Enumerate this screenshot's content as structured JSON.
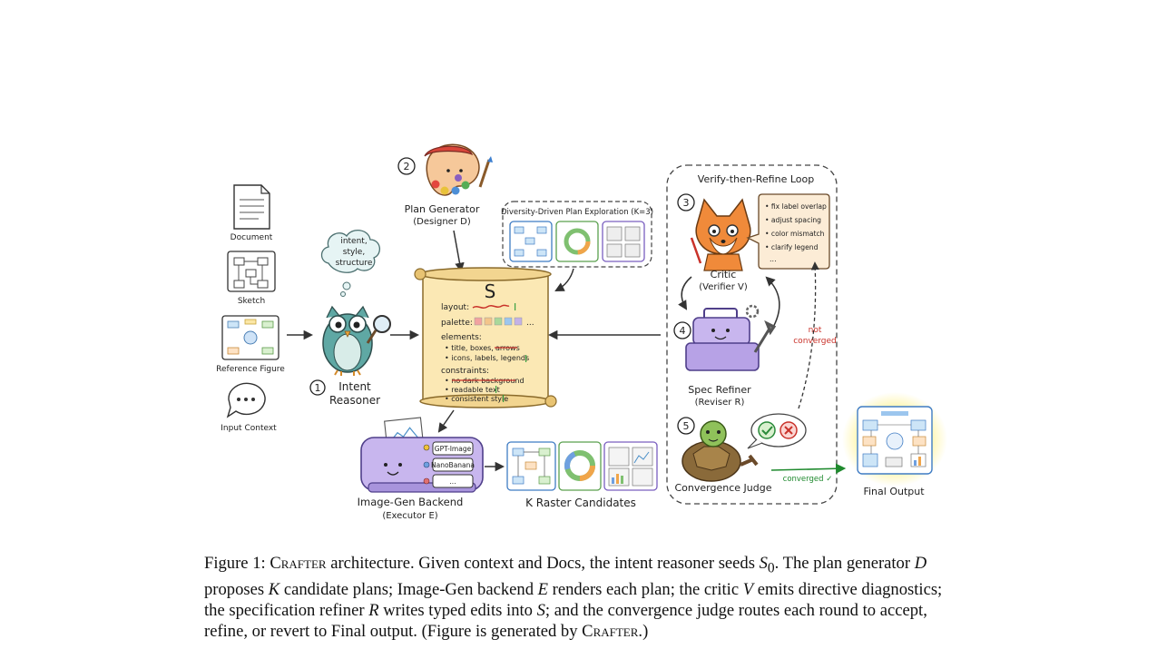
{
  "inputs": {
    "document": "Document",
    "sketch": "Sketch",
    "reference_figure": "Reference Figure",
    "input_context": "Input Context"
  },
  "intent": {
    "number": "1",
    "name_line1": "Intent",
    "name_line2": "Reasoner",
    "thought": [
      "intent,",
      "style,",
      "structure"
    ]
  },
  "planner": {
    "number": "2",
    "name": "Plan Generator",
    "role": "(Designer D)"
  },
  "exploration": {
    "title": "Diversity-Driven Plan Exploration (K=3)"
  },
  "spec": {
    "symbol": "S",
    "layout": "layout:",
    "palette": "palette:",
    "palette_ellipsis": "...",
    "elements": "elements:",
    "el_line1_a": "• title, boxes,",
    "el_line1_b": "arrows",
    "el_line2": "• icons, labels, legends",
    "constraints": "constraints:",
    "c_line1": "• no dark background",
    "c_line2": "• readable text",
    "c_line3": "• consistent style"
  },
  "loop": {
    "title": "Verify-then-Refine Loop"
  },
  "critic": {
    "number": "3",
    "name": "Critic",
    "role": "(Verifier V)",
    "notes": [
      "• fix label overlap",
      "• adjust spacing",
      "• color mismatch",
      "• clarify legend",
      "..."
    ]
  },
  "refiner": {
    "number": "4",
    "name": "Spec Refiner",
    "role": "(Reviser R)",
    "not_converged_1": "not",
    "not_converged_2": "converged"
  },
  "judge": {
    "number": "5",
    "name": "Convergence Judge",
    "converged": "converged ✓"
  },
  "backend": {
    "name": "Image-Gen Backend",
    "role": "(Executor E)",
    "slot1": "GPT-Image",
    "slot2": "NanoBanana",
    "slot3": "..."
  },
  "candidates": {
    "label": "K Raster Candidates"
  },
  "final": {
    "label": "Final Output"
  },
  "caption": {
    "p1": "Figure 1: ",
    "p2": "Crafter",
    "p3": " architecture. Given context and Docs, the intent reasoner seeds ",
    "p4": "S",
    "p4sub": "0",
    "p5": ". The plan generator ",
    "p6": "D",
    "p7": " proposes ",
    "p8": "K",
    "p9": " candidate plans; Image-Gen backend ",
    "p10": "E",
    "p11": " renders each plan; the critic ",
    "p12": "V",
    "p13": " emits directive diagnostics; the specification refiner ",
    "p14": "R",
    "p15": " writes typed edits into ",
    "p16": "S",
    "p17": "; and the convergence judge routes each round to accept, refine, or revert to Final output. (Figure is generated by ",
    "p18": "Crafter",
    "p19": ".)"
  }
}
